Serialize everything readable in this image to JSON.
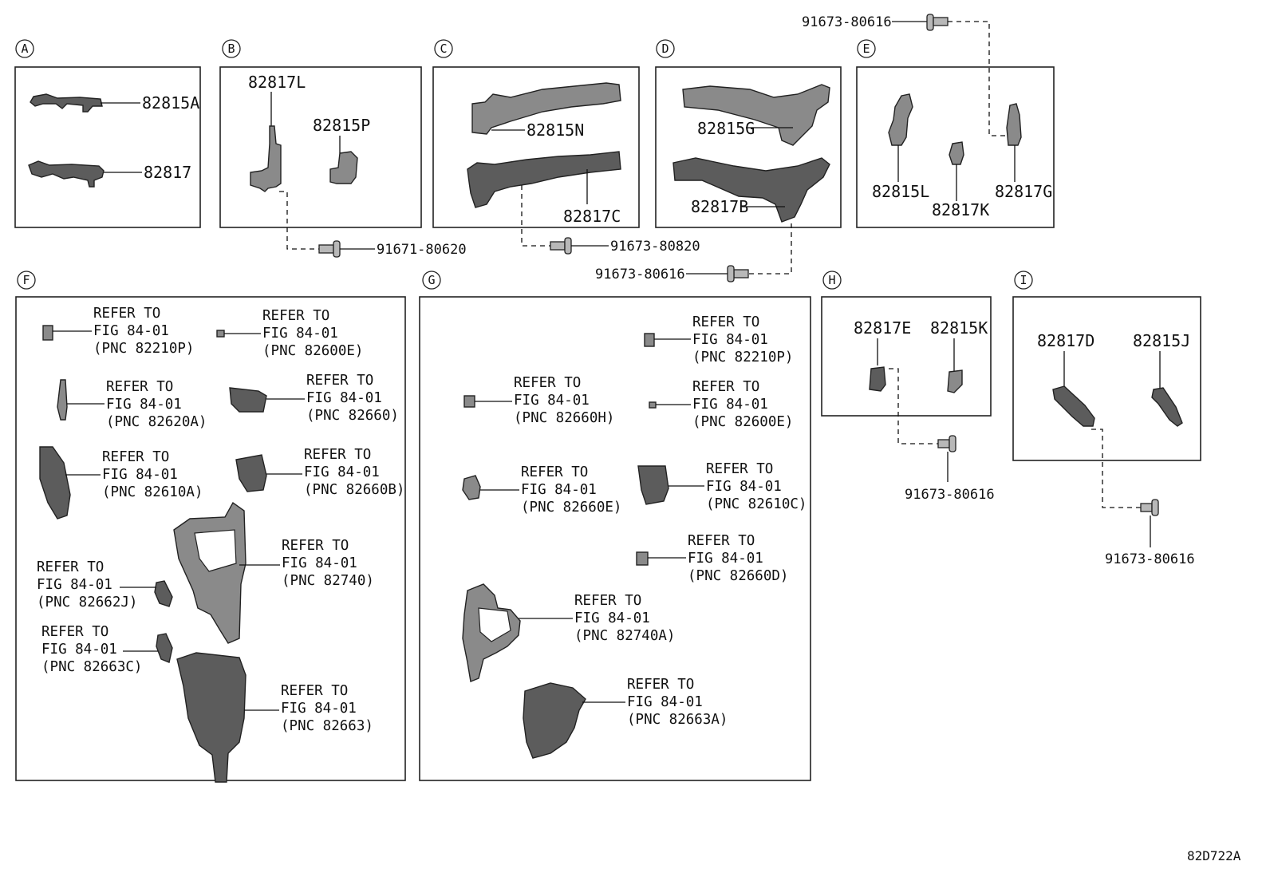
{
  "figure_code": "82D722A",
  "sections": {
    "A": "A",
    "B": "B",
    "C": "C",
    "D": "D",
    "E": "E",
    "F": "F",
    "G": "G",
    "H": "H",
    "I": "I"
  },
  "parts": {
    "p82815A": "82815A",
    "p82817": "82817",
    "p82817L": "82817L",
    "p82815P": "82815P",
    "p82815N": "82815N",
    "p82817C": "82817C",
    "p82815G": "82815G",
    "p82817B": "82817B",
    "p82815L": "82815L",
    "p82817K": "82817K",
    "p82817G": "82817G",
    "p82817E": "82817E",
    "p82815K": "82815K",
    "p82817D": "82817D",
    "p82815J": "82815J"
  },
  "bolts": {
    "top": "91673-80616",
    "b": "91671-80620",
    "c": "91673-80820",
    "d": "91673-80616",
    "h": "91673-80616",
    "i": "91673-80616"
  },
  "refer": {
    "line1": "REFER TO",
    "line2": "FIG 84-01",
    "f1": "(PNC 82210P)",
    "f2": "(PNC 82600E)",
    "f3": "(PNC 82620A)",
    "f4": "(PNC 82660)",
    "f5": "(PNC 82610A)",
    "f6": "(PNC 82660B)",
    "f7": "(PNC 82740)",
    "f8": "(PNC 82662J)",
    "f9": "(PNC 82663C)",
    "f10": "(PNC 82663)",
    "g1": "(PNC 82210P)",
    "g2": "(PNC 82660H)",
    "g3": "(PNC 82600E)",
    "g4": "(PNC 82660E)",
    "g5": "(PNC 82610C)",
    "g6": "(PNC 82660D)",
    "g7": "(PNC 82740A)",
    "g8": "(PNC 82663A)"
  }
}
